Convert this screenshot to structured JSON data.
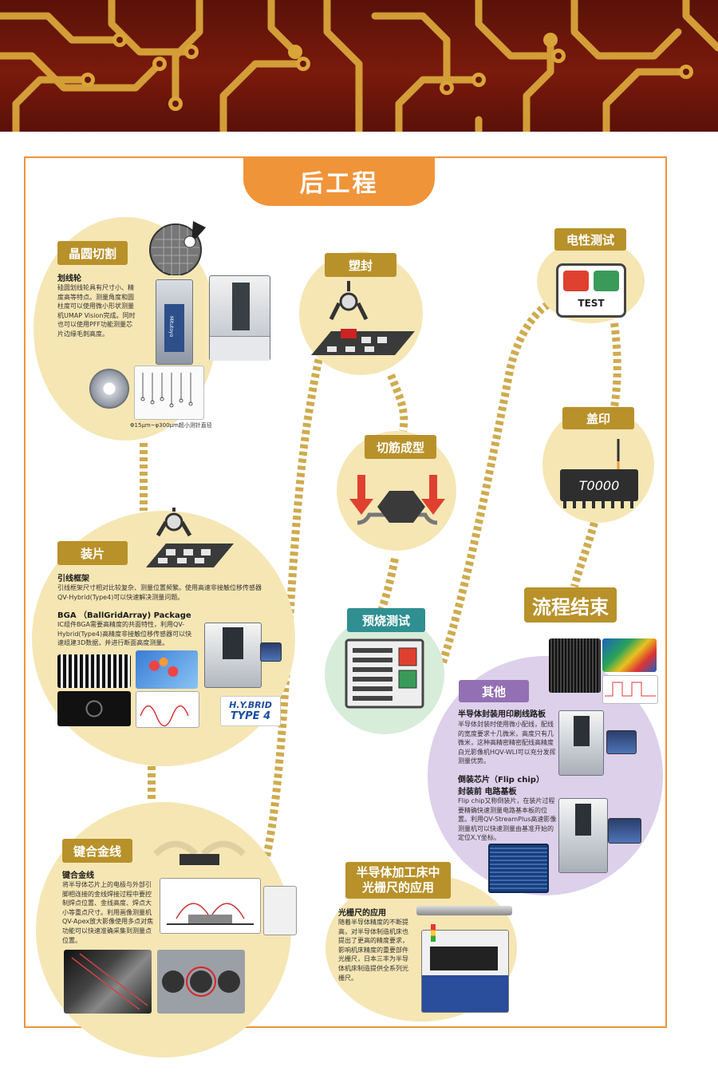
{
  "page": {
    "title": "后工程"
  },
  "colors": {
    "banner": "#6a150a",
    "trace": "#d9a53a",
    "frame": "#f0943a",
    "label_gold": "#b8912a",
    "label_purple": "#9370b4",
    "label_teal": "#2f8f91",
    "chevron": "#c9a23c"
  },
  "steps": {
    "dicing": {
      "label": "晶圆切割",
      "subtitle": "划线轮",
      "text": "硅圆划线轮具有尺寸小、精度高等特点。测量角度和圆柱度可以使用微小形状测量机UMAP Vision完成。同时也可以使用PFF功能测量芯片边缘毛刺高度。",
      "caption": "Φ15μm~φ300μm超小测针直径",
      "machine_brand": "Mitutoyo"
    },
    "mounting": {
      "label": "装片",
      "subtitle_1": "引线框架",
      "text_1": "引线框架尺寸相对比较复杂、测量位置频繁。使用高速非接触位移传感器QV-Hybrid(Type4)可以快速解决测量问题。",
      "subtitle_2": "BGA （BallGridArray) Package",
      "text_2": "IC组件BGA需要高精度的共面特性，利用QV-Hybrid(Type4)高精度非接触位移传感器可以快速组建3D数据，并进行断面高度测量。",
      "logo_line1": "H.Y.BRID",
      "logo_line2": "TYPE 4"
    },
    "bonding": {
      "label": "键合金线",
      "subtitle": "键合金线",
      "text": "将半导体芯片上的电极与外部引脚相连接的金线焊接过程中要控制焊点位置、金线高度、焊点大小等重点尺寸。利用画像测量机QV-Apex放大影像使用多点对焦功能可以快速准确采集到测量点位置。"
    },
    "molding": {
      "label": "塑封"
    },
    "trim": {
      "label": "切筋成型"
    },
    "burnin": {
      "label": "预烧测试"
    },
    "electrical": {
      "label": "电性测试",
      "display": "TEST"
    },
    "marking": {
      "label": "盖印",
      "chip_text": "T0000"
    },
    "end": {
      "label": "流程结束"
    },
    "other": {
      "label": "其他",
      "subtitle_1": "半导体封装用印刷线路板",
      "text_1": "半导体封装时使用微小配线，配线的宽度要求十几微米，高度只有几微米，这种高精密精密配线高精度白光影像机HQV-WLI可以充分发挥测量优势。",
      "subtitle_2": "倒装芯片（Flip chip）",
      "subtitle_3": "封装前  电路基板",
      "text_2": "Flip chip又称倒装片，在装片过程要精确快速测量电路基本板的位置。利用QV-StreamPlus高速影像测量机可以快速测量由基准开始的定位X,Y坐标。"
    },
    "scale": {
      "label_line1": "半导体加工床中",
      "label_line2": "光栅尺的应用",
      "subtitle": "光栅尺的应用",
      "text": "随着半导体精度的不断提高，对半导体制造机床也提出了更高的精度要求，影响机床精度的重要部件光栅尺，日本三丰为半导体机床制造提供全系列光栅尺。"
    }
  }
}
